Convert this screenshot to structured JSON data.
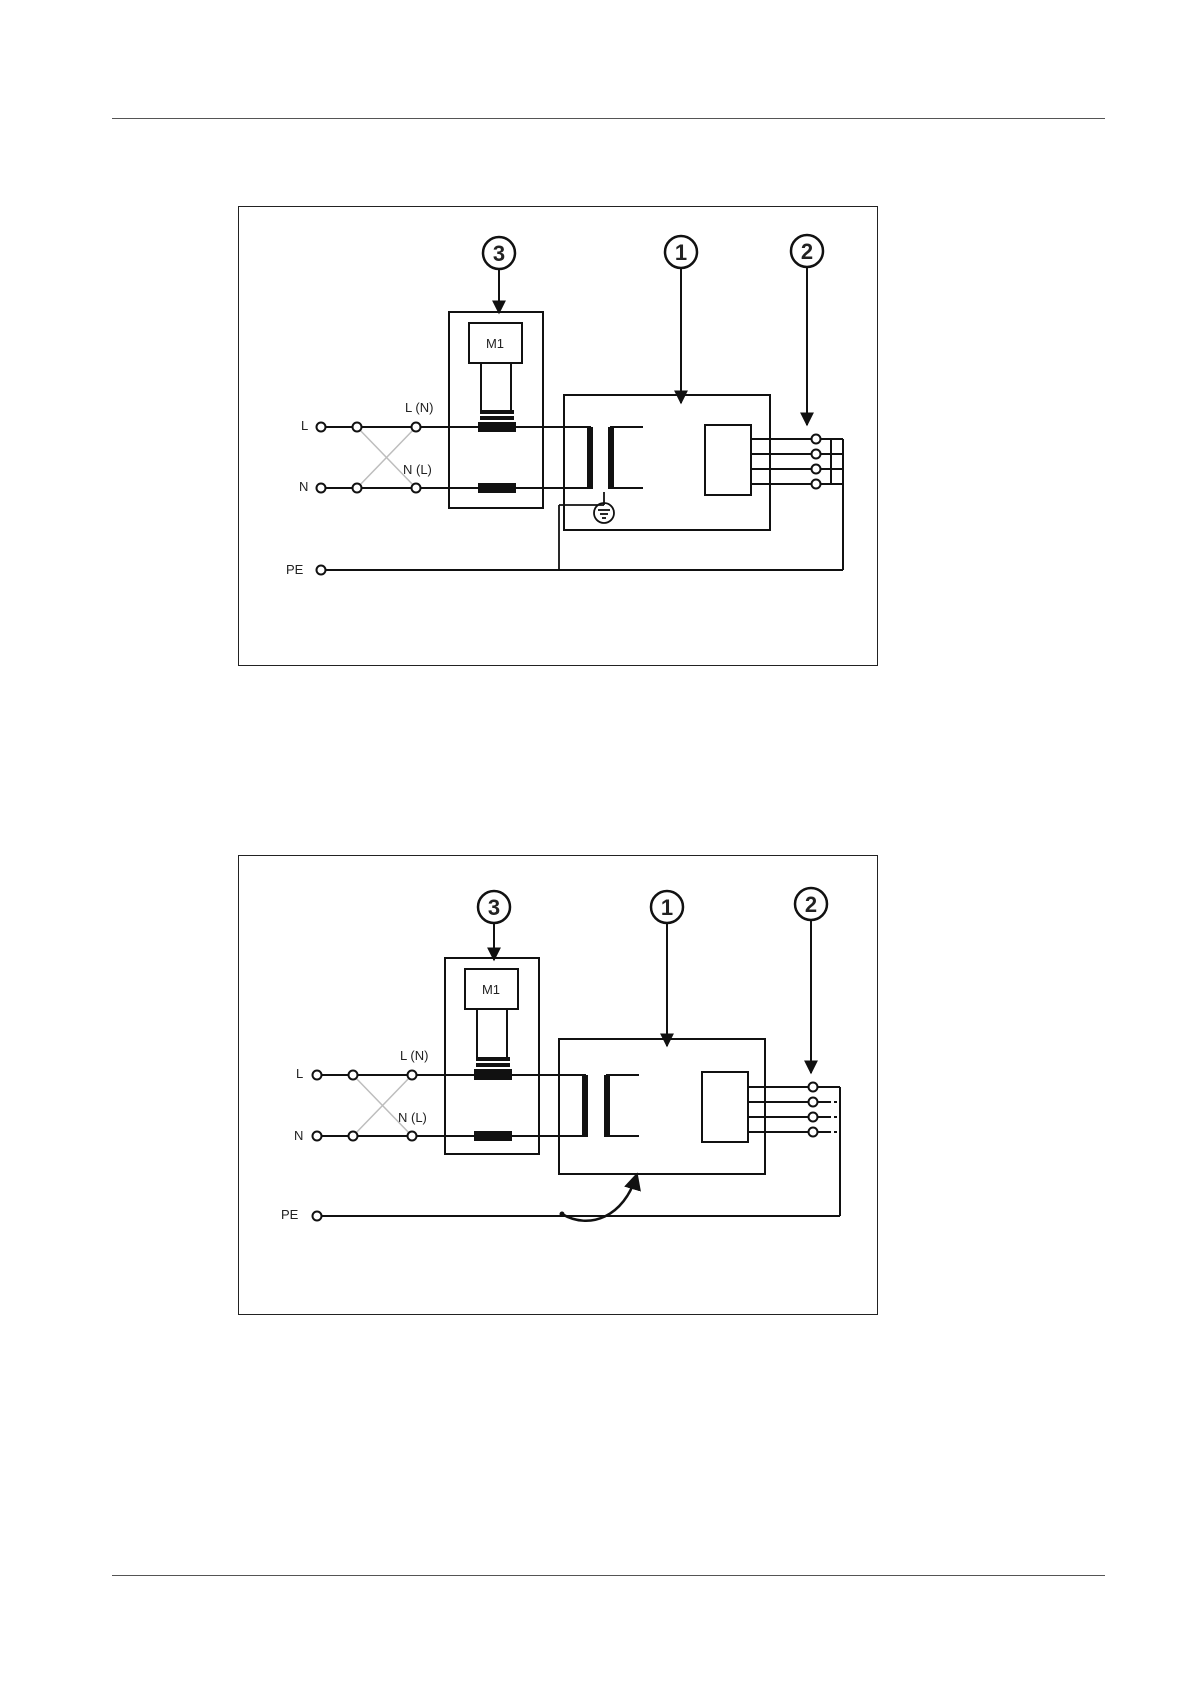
{
  "colors": {
    "line": "#111111",
    "cross": "#bdbdbd",
    "rule": "#555555"
  },
  "diagrams": [
    {
      "callouts": [
        "1",
        "2",
        "3"
      ],
      "labels": {
        "l": "L",
        "n": "N",
        "pe": "PE",
        "ln": "L (N)",
        "nl": "N (L)",
        "m1": "M1"
      },
      "has_ground_symbol": true
    },
    {
      "callouts": [
        "1",
        "2",
        "3"
      ],
      "labels": {
        "l": "L",
        "n": "N",
        "pe": "PE",
        "ln": "L (N)",
        "nl": "N (L)",
        "m1": "M1"
      },
      "has_ground_symbol": false
    }
  ]
}
